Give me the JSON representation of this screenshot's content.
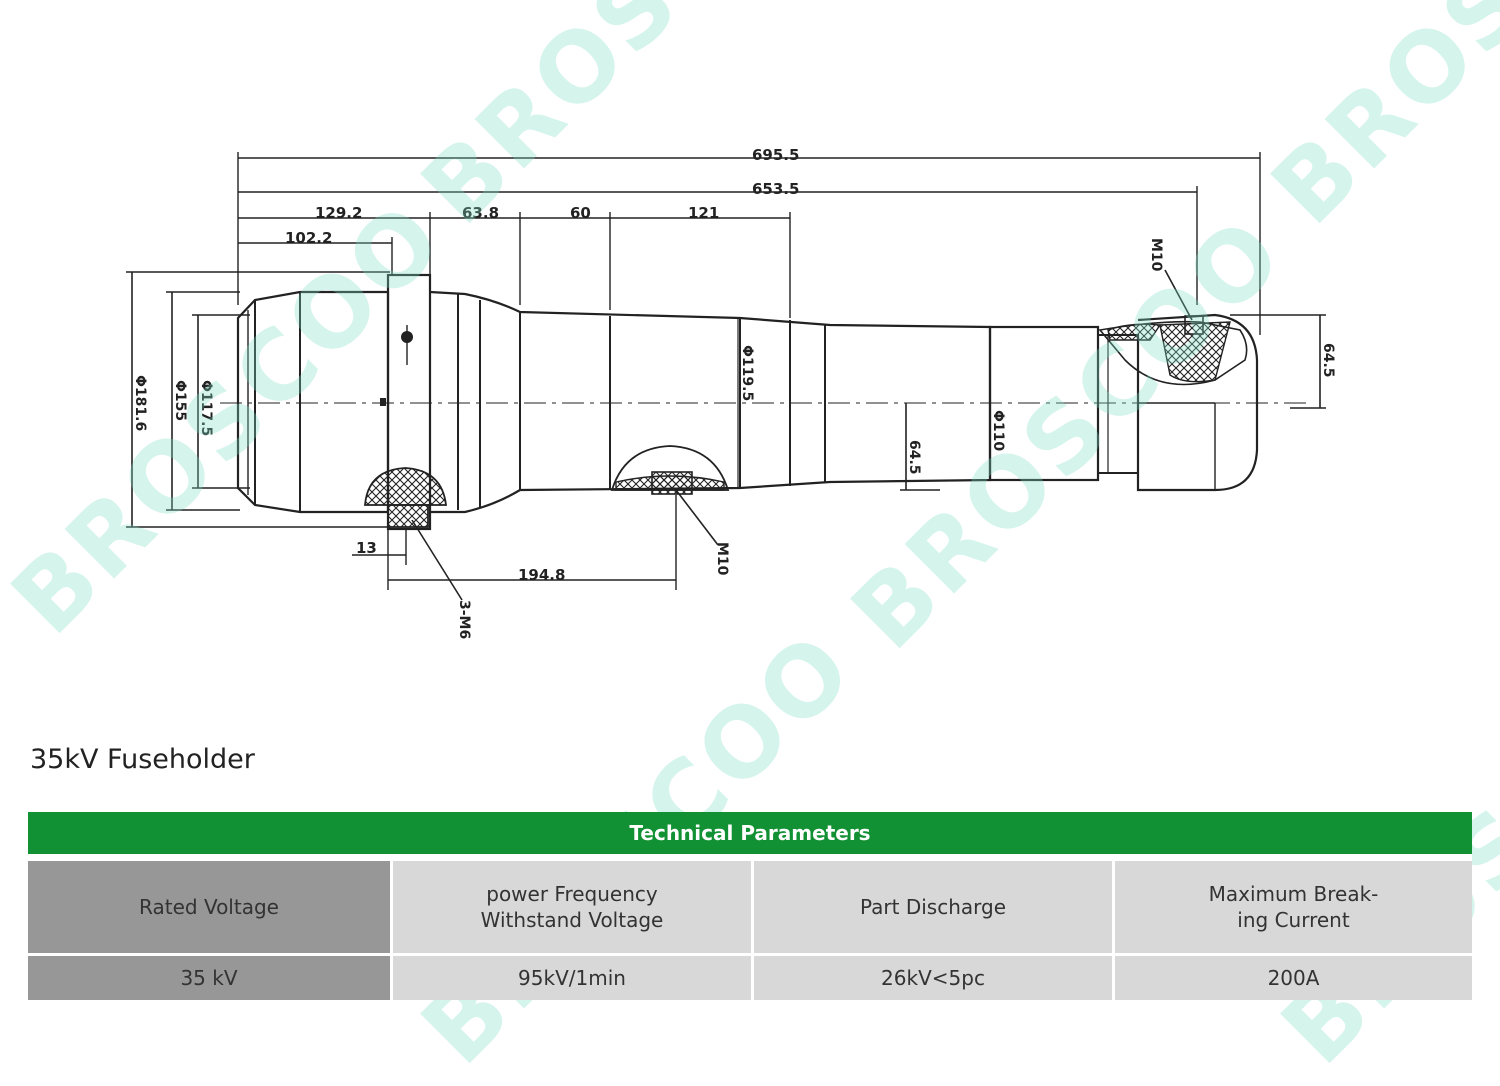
{
  "watermark": "BROSCOO",
  "drawing": {
    "overall_length": "695.5",
    "length_653": "653.5",
    "seg_129": "129.2",
    "seg_63": "63.8",
    "seg_60": "60",
    "seg_121": "121",
    "seg_102": "102.2",
    "dia_181": "Φ181.6",
    "dia_155": "Φ155",
    "dia_117": "Φ117.5",
    "dia_119": "Φ119.5",
    "dia_110": "Φ110",
    "r_64_right": "64.5",
    "r_64_mid": "64.5",
    "thread_m10_top": "M10",
    "thread_m10_bottom": "M10",
    "holes_3m6": "3-M6",
    "dim_13": "13",
    "dim_194": "194.8"
  },
  "product_title": "35kV Fuseholder",
  "table": {
    "banner": "Technical Parameters",
    "headers": {
      "rated_voltage": "Rated Voltage",
      "pfwv_1": "power Frequency",
      "pfwv_2": "Withstand Voltage",
      "part_discharge": "Part Discharge",
      "mbc_1": "Maximum Break-",
      "mbc_2": "ing Current"
    },
    "values": {
      "rated_voltage": "35 kV",
      "pfwv": "95kV/1min",
      "part_discharge": "26kV<5pc",
      "mbc": "200A"
    },
    "colors": {
      "banner": "#119133",
      "first_col": "#979797",
      "cells": "#d8d8d8"
    }
  }
}
